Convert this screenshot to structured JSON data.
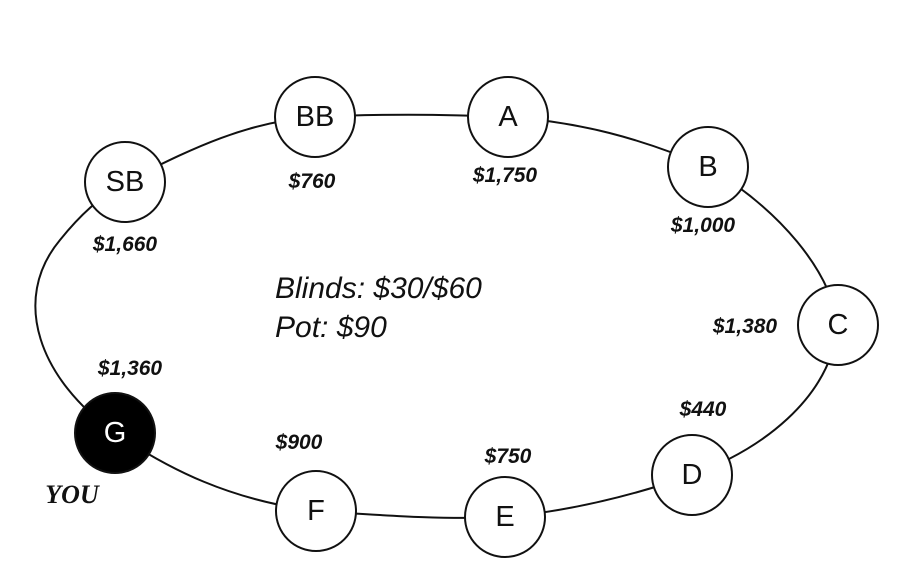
{
  "table": {
    "blinds": "Blinds: $30/$60",
    "pot": "Pot: $90",
    "you_label": "YOU",
    "colors": {
      "line": "#111111",
      "seat_fill": "#ffffff",
      "hero_fill": "#000000"
    }
  },
  "seats": [
    {
      "id": "SB",
      "stack": "$1,660",
      "is_hero": false
    },
    {
      "id": "BB",
      "stack": "$760",
      "is_hero": false
    },
    {
      "id": "A",
      "stack": "$1,750",
      "is_hero": false
    },
    {
      "id": "B",
      "stack": "$1,000",
      "is_hero": false
    },
    {
      "id": "C",
      "stack": "$1,380",
      "is_hero": false
    },
    {
      "id": "D",
      "stack": "$440",
      "is_hero": false
    },
    {
      "id": "E",
      "stack": "$750",
      "is_hero": false
    },
    {
      "id": "F",
      "stack": "$900",
      "is_hero": false
    },
    {
      "id": "G",
      "stack": "$1,360",
      "is_hero": true
    }
  ]
}
